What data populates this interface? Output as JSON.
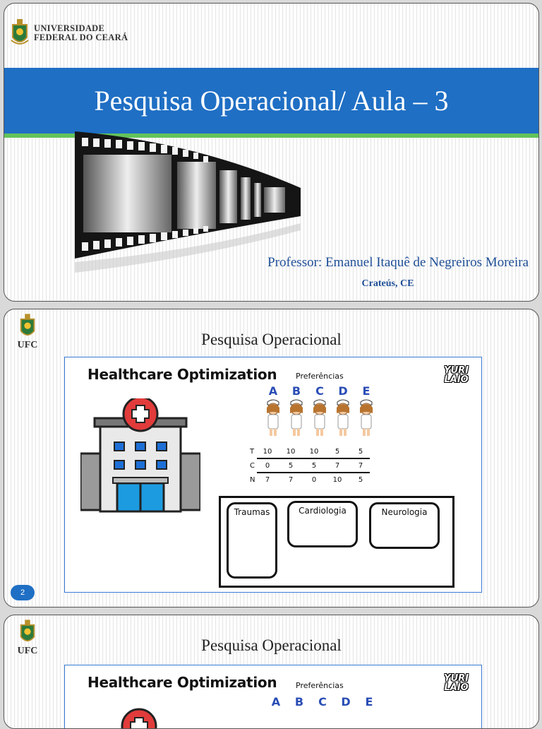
{
  "slide1": {
    "university_line1": "UNIVERSIDADE",
    "university_line2": "FEDERAL DO CEARÁ",
    "title": "Pesquisa Operacional/ Aula – 3",
    "professor": "Professor: Emanuel Itaquê de Negreiros Moreira",
    "city": "Crateús, CE"
  },
  "slide2": {
    "logo_label": "UFC",
    "title": "Pesquisa Operacional",
    "figure": {
      "heading": "Healthcare Optimization",
      "preferences_label": "Preferências",
      "brand_line1": "YURI",
      "brand_line2": "LAIO",
      "nurses": [
        "A",
        "B",
        "C",
        "D",
        "E"
      ],
      "rows": [
        {
          "label": "T",
          "values": [
            "10",
            "10",
            "10",
            "5",
            "5"
          ]
        },
        {
          "label": "C",
          "values": [
            "0",
            "5",
            "5",
            "7",
            "7"
          ]
        },
        {
          "label": "N",
          "values": [
            "7",
            "7",
            "0",
            "10",
            "5"
          ]
        }
      ],
      "departments": [
        "Traumas",
        "Cardiologia",
        "Neurologia"
      ]
    },
    "page_number": "2"
  },
  "slide3": {
    "logo_label": "UFC",
    "title": "Pesquisa Operacional",
    "figure": {
      "heading": "Healthcare Optimization",
      "preferences_label": "Preferências",
      "brand_line1": "YURI",
      "brand_line2": "LAIO",
      "nurses": [
        "A",
        "B",
        "C",
        "D",
        "E"
      ]
    }
  },
  "colors": {
    "title_band": "#1f6fc4",
    "title_accent": "#63c35b",
    "professor_text": "#1f4f97",
    "nurse_letters": "#2a4db5"
  }
}
